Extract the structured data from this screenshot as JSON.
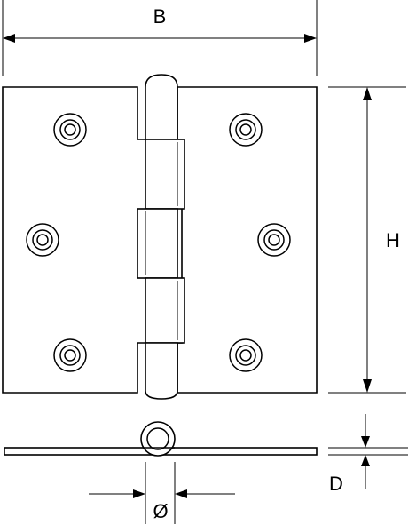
{
  "dimensions": {
    "width_label": "B",
    "height_label": "H",
    "thickness_label": "D",
    "pin_diameter_label": "Ø"
  },
  "colors": {
    "line": "#000000",
    "background": "#ffffff"
  }
}
